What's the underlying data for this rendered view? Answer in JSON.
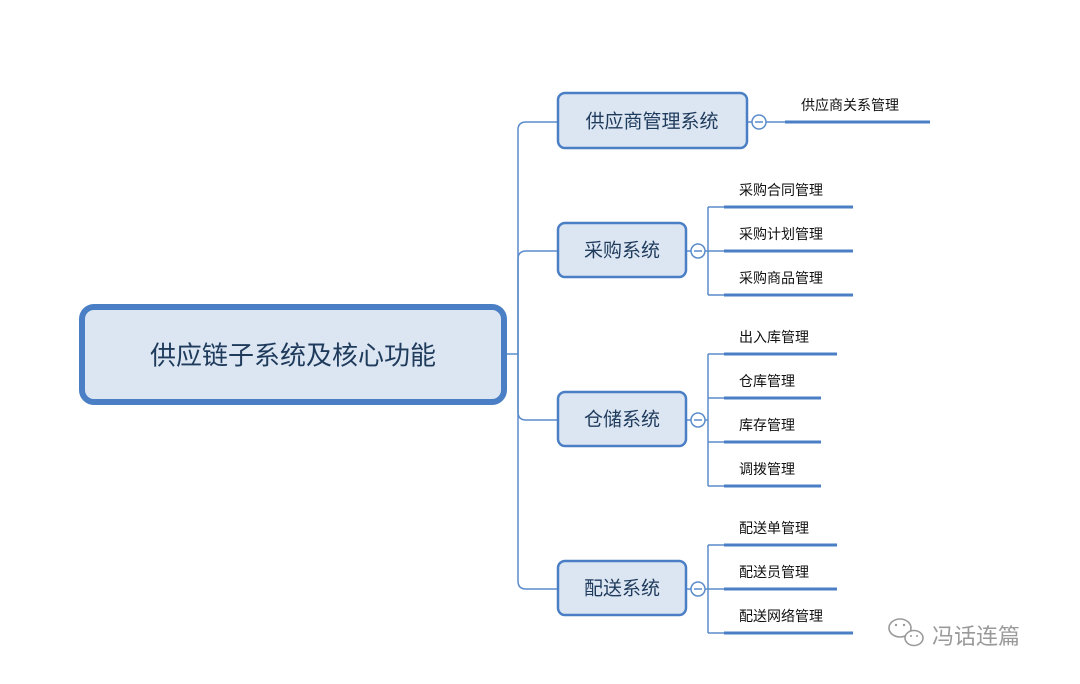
{
  "mindmap": {
    "root": {
      "label": "供应链子系统及核心功能"
    },
    "branches": [
      {
        "label": "供应商管理系统",
        "children": [
          "供应商关系管理"
        ]
      },
      {
        "label": "采购系统",
        "children": [
          "采购合同管理",
          "采购计划管理",
          "采购商品管理"
        ]
      },
      {
        "label": "仓储系统",
        "children": [
          "出入库管理",
          "仓库管理",
          "库存管理",
          "调拨管理"
        ]
      },
      {
        "label": "配送系统",
        "children": [
          "配送单管理",
          "配送员管理",
          "配送网络管理"
        ]
      }
    ]
  },
  "watermark": {
    "text": "冯话连篇",
    "icon": "wechat-icon"
  },
  "colors": {
    "line": "#5b8ccb",
    "node_border": "#4a7fc6",
    "node_fill": "#dce6f3",
    "root_border": "#4a7fc6",
    "root_fill": "#dce6f3",
    "node_text": "#1f3b5c",
    "leaf_line": "#4a7fc6"
  }
}
